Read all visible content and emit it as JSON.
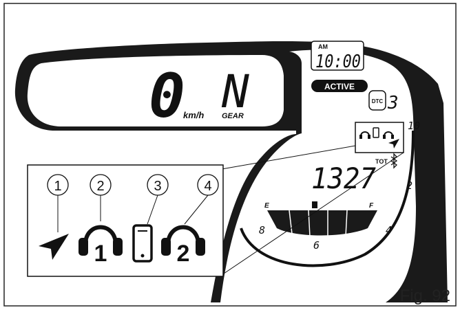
{
  "dashboard": {
    "speed_value": "0",
    "speed_unit": "km/h",
    "gear_value": "N",
    "gear_label": "GEAR",
    "clock_period": "AM",
    "clock_time": "10:00",
    "active_badge": "ACTIVE",
    "dtc_label": "DTC",
    "dtc_value": "3",
    "trip_label": "TOT",
    "odometer": "1327",
    "fuel_empty": "E",
    "fuel_full": "F",
    "rpm_marks": [
      "10",
      "2",
      "4",
      "6",
      "8"
    ],
    "icons": [
      "headset-1-icon",
      "phone-icon",
      "headset-2-icon",
      "navigation-arrow-icon",
      "bluetooth-icon"
    ]
  },
  "callouts": [
    {
      "number": "1",
      "icon": "navigation-arrow-icon"
    },
    {
      "number": "2",
      "icon": "headset-1-icon"
    },
    {
      "number": "3",
      "icon": "phone-icon"
    },
    {
      "number": "4",
      "icon": "headset-2-icon"
    }
  ],
  "headset_numbers": [
    "1",
    "2"
  ],
  "caption": "Fig. 92",
  "colors": {
    "ink": "#111111",
    "panel": "#1a1a1a",
    "background": "#ffffff"
  }
}
